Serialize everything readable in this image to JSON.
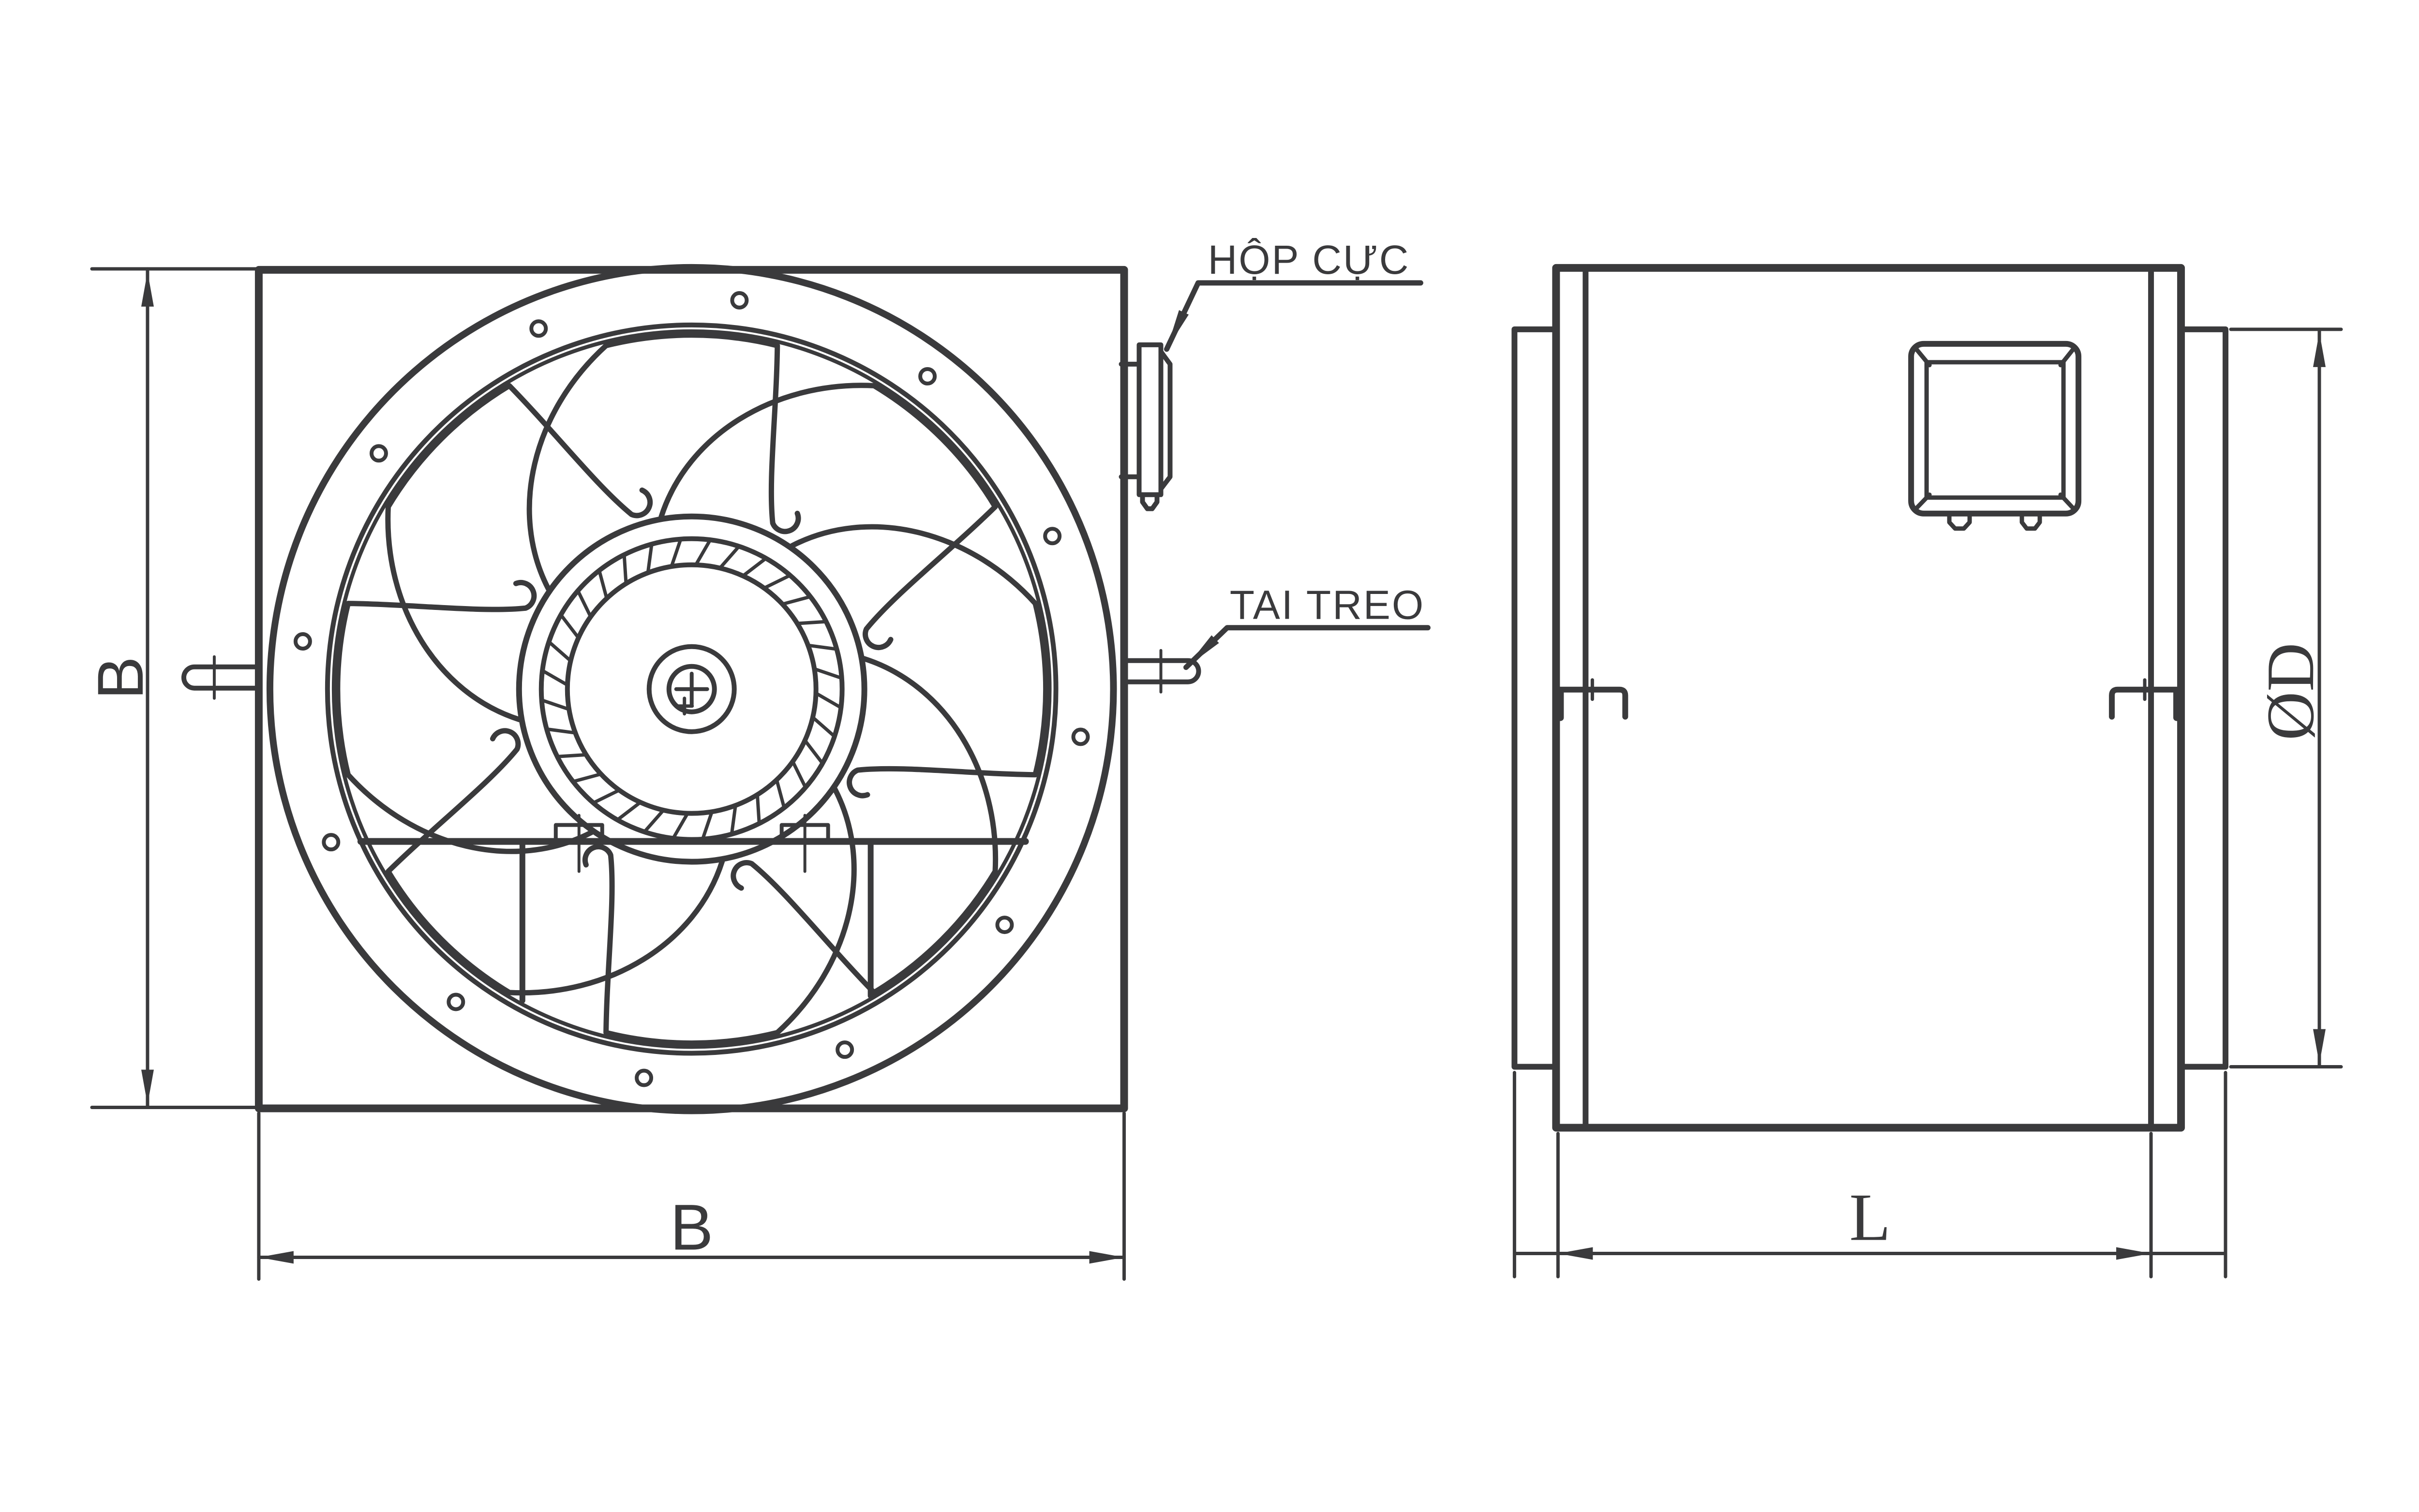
{
  "drawing": {
    "background_color": "#ffffff",
    "line_color": "#3a3a3c",
    "callouts": {
      "terminal_box": "HỘP CỰC",
      "hanging_lug": "TAI TREO"
    },
    "dimensions": {
      "front_height": "B",
      "front_width": "B",
      "side_length": "L",
      "side_diameter": "ØD"
    }
  }
}
